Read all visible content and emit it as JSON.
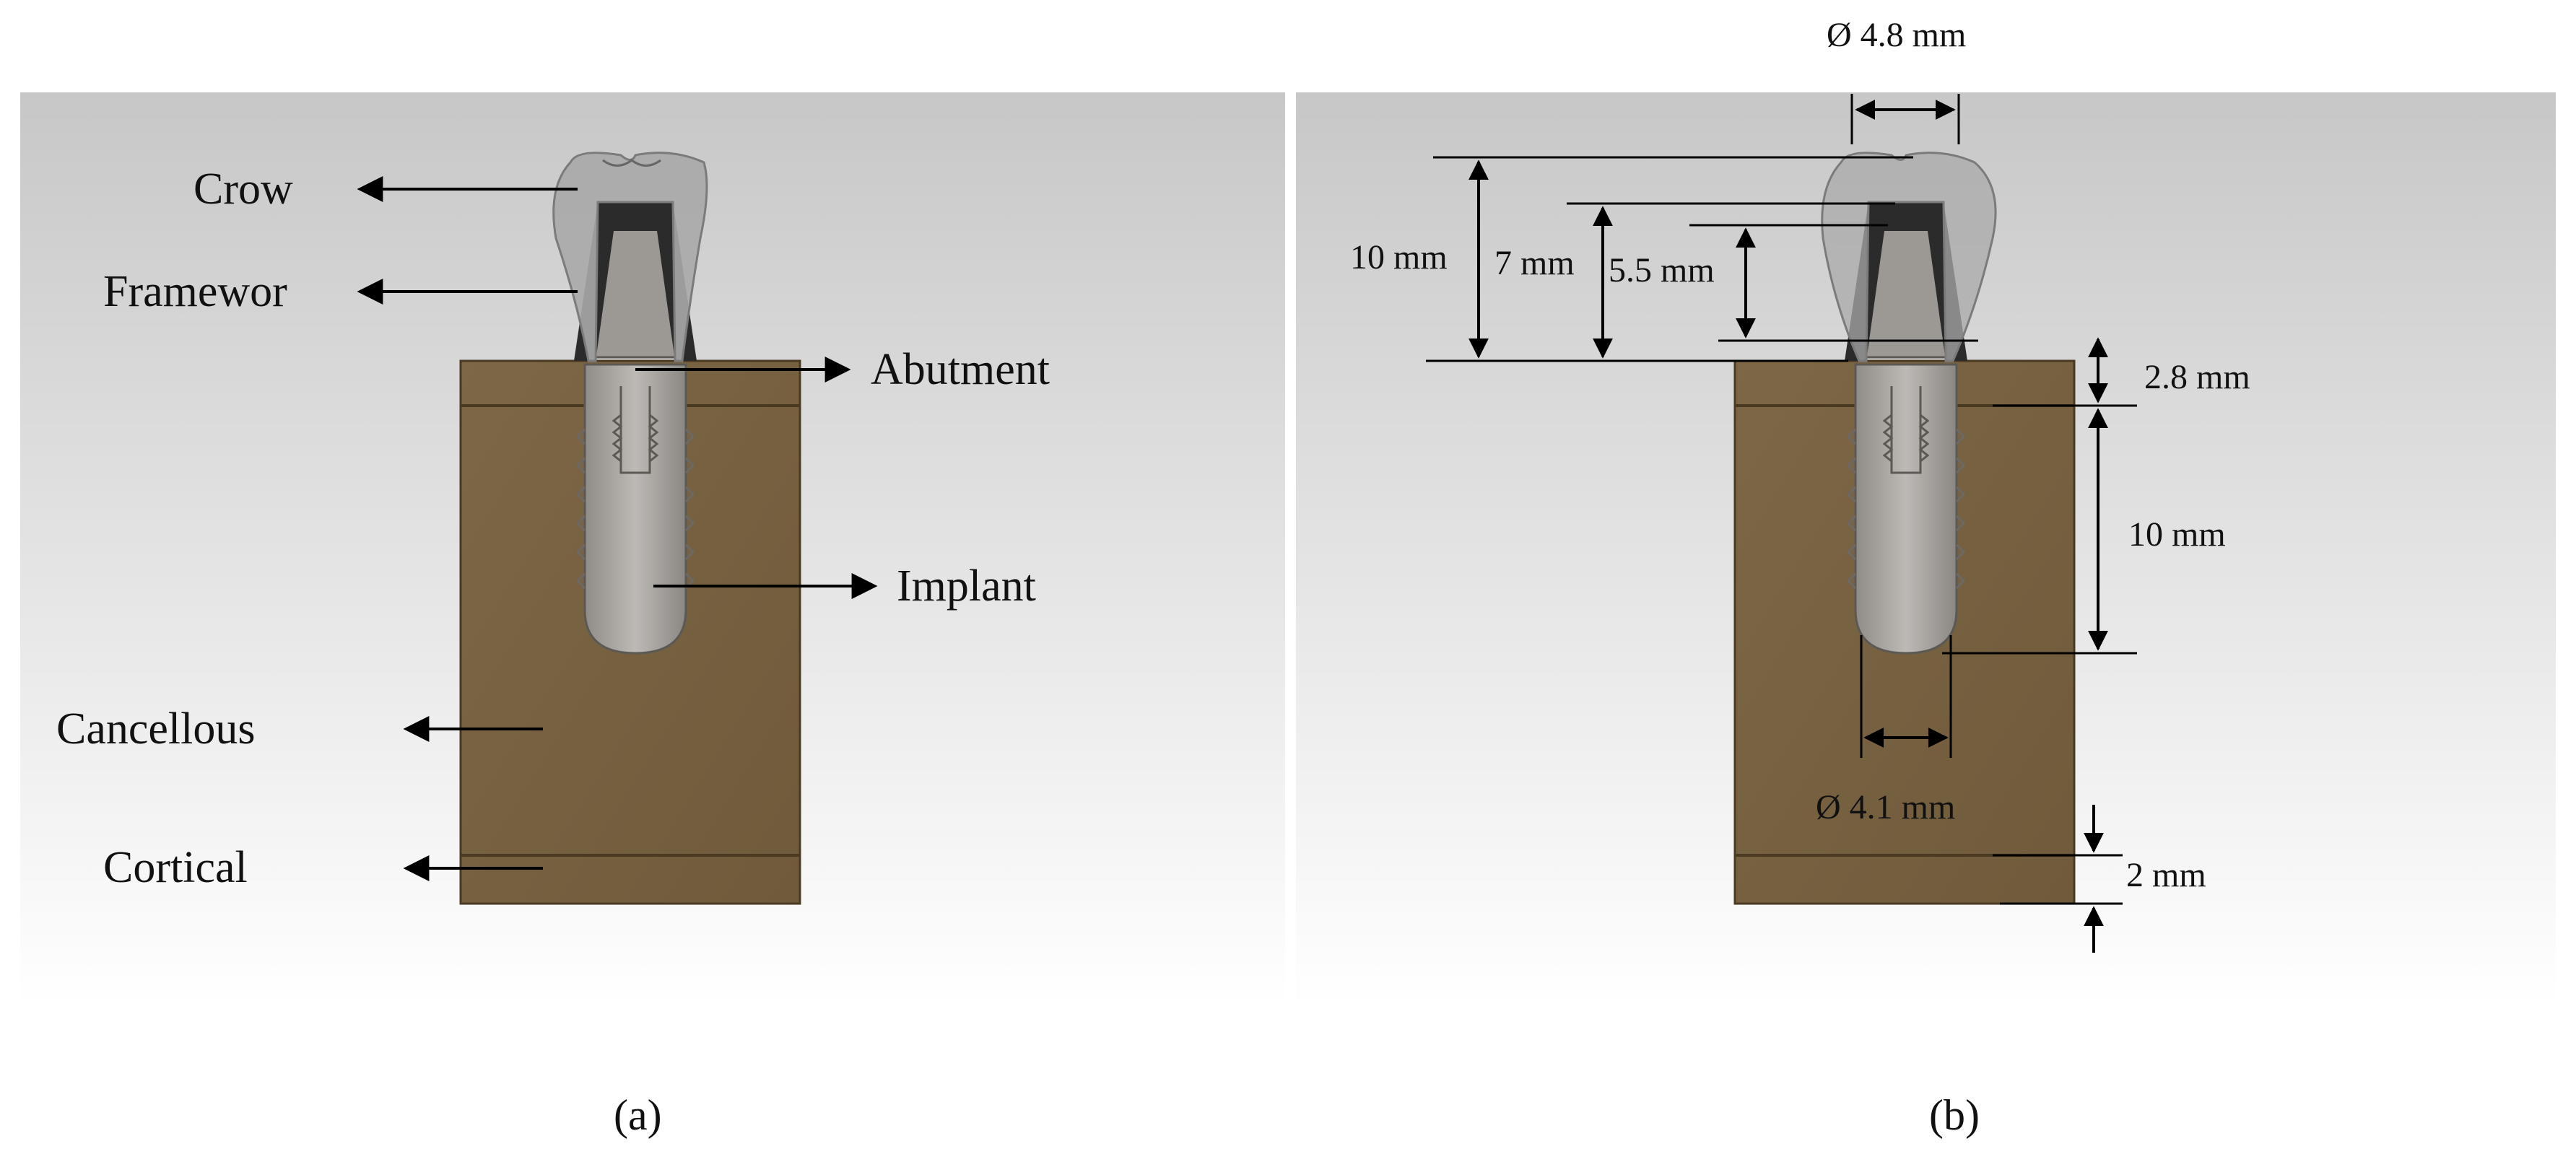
{
  "panel_a": {
    "caption": "(a)",
    "labels": {
      "crow": "Crow",
      "framewor": "Framewor",
      "abutment": "Abutment",
      "implant": "Implant",
      "cancellous": "Cancellous",
      "cortical": "Cortical"
    }
  },
  "panel_b": {
    "caption": "(b)",
    "dims": {
      "crown_diameter": "Ø 4.8 mm",
      "crown_height": "10 mm",
      "framework_height": "7 mm",
      "abutment_height": "5.5 mm",
      "cortical_top": "2.8 mm",
      "implant_length": "10 mm",
      "implant_diameter": "Ø 4.1 mm",
      "cortical_bottom": "2 mm"
    }
  },
  "colors": {
    "bone": "#7a6444",
    "bone_edge": "#4a3a22",
    "implant": "#a9a6a2",
    "crown": "#a5a5a5",
    "framework": "#2b2b2b",
    "background_top": "#c9c9c9",
    "background_bottom": "#ffffff"
  }
}
